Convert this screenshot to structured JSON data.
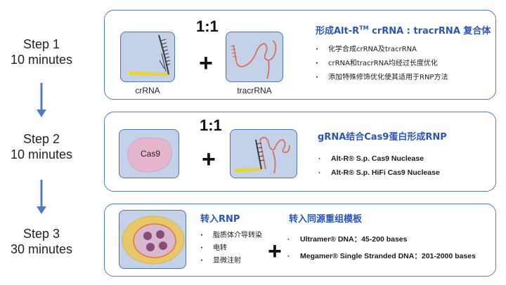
{
  "steps": [
    {
      "label": "Step 1",
      "duration": "10 minutes"
    },
    {
      "label": "Step 2",
      "duration": "10 minutes"
    },
    {
      "label": "Step 3",
      "duration": "30 minutes"
    }
  ],
  "panel1": {
    "ratio": "1:1",
    "plus": "+",
    "left_caption": "crRNA",
    "right_caption": "tracrRNA",
    "title_pre": "形成Alt-R",
    "title_sup": "TM",
    "title_post": " crRNA : tracrRNA 复合体",
    "bullets": [
      "化学合成crRNA及tracrRNA",
      "crRNA和tracrRNA均经过长度优化",
      "添加特殊修饰优化使其适用于RNP方法"
    ]
  },
  "panel2": {
    "ratio": "1:1",
    "plus": "+",
    "protein_label": "Cas9",
    "title": "gRNA结合Cas9蛋白形成RNP",
    "bullets": [
      "Alt-R® S.p. Cas9 Nuclease",
      "Alt-R® S.p. HiFi Cas9 Nuclease"
    ]
  },
  "panel3": {
    "plus": "+",
    "rnp_title": "转入RNP",
    "rnp_bullets": [
      "脂质体介导转染",
      "电转",
      "显微注射"
    ],
    "template_title": "转入同源重组模板",
    "template_bullets": [
      "Ultramer® DNA：45-200 bases",
      "Megamer® Single Stranded DNA：201-2000 bases"
    ]
  },
  "colors": {
    "panel_border": "#4f7cc0",
    "title_blue": "#2a55b8",
    "box_fill": "#c3d1e9",
    "arrow_blue": "#4f7cc0",
    "rna_yellow": "#e8d33a",
    "crrna_dark": "#3a3a3a",
    "tracrrna_red": "#d9705a",
    "cas9_pink": "#e6b6cf"
  }
}
